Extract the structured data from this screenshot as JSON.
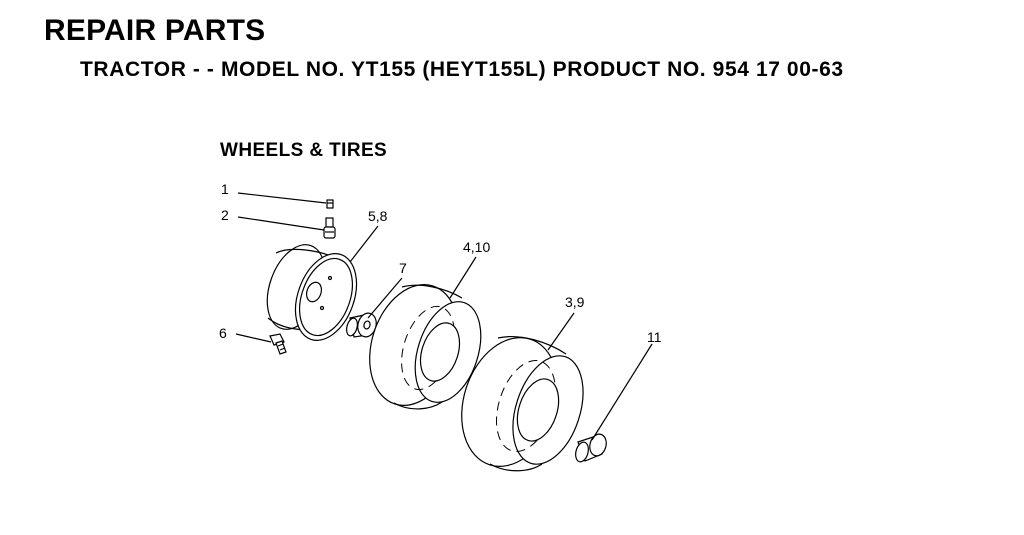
{
  "header": {
    "title": "REPAIR PARTS",
    "subtitle": "TRACTOR - - MODEL NO. YT155 (HEYT155L) PRODUCT NO. 954 17 00-63"
  },
  "section": {
    "title": "WHEELS & TIRES"
  },
  "callouts": [
    {
      "id": "c1",
      "label": "1"
    },
    {
      "id": "c2",
      "label": "2"
    },
    {
      "id": "c58",
      "label": "5,8"
    },
    {
      "id": "c7",
      "label": "7"
    },
    {
      "id": "c410",
      "label": "4,10"
    },
    {
      "id": "c39",
      "label": "3,9"
    },
    {
      "id": "c6",
      "label": "6"
    },
    {
      "id": "c11",
      "label": "11"
    }
  ]
}
